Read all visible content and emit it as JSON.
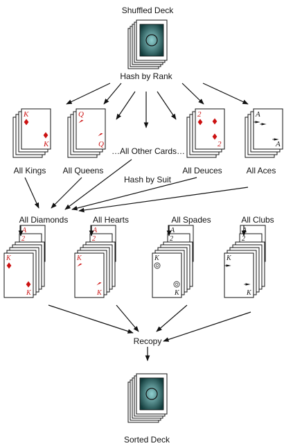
{
  "top": {
    "title": "Shuffled Deck",
    "step": "Hash by Rank"
  },
  "rank_groups": [
    {
      "label": "All Kings"
    },
    {
      "label": "All Queens"
    },
    {
      "label": "…All Other Cards…"
    },
    {
      "label": "All Deuces"
    },
    {
      "label": "All Aces"
    }
  ],
  "suit_step": "Hash by Suit",
  "suit_groups": [
    {
      "label": "All Diamonds",
      "suit": "diamond"
    },
    {
      "label": "All Hearts",
      "suit": "heart"
    },
    {
      "label": "All Spades",
      "suit": "spade"
    },
    {
      "label": "All Clubs",
      "suit": "club"
    }
  ],
  "recopy": "Recopy",
  "bottom": {
    "title": "Sorted Deck"
  },
  "card_ranks": {
    "ace": "A",
    "deuce": "2",
    "queen": "Q",
    "king": "K"
  },
  "colors": {
    "red": "#cc1111",
    "ink": "#111111",
    "deck_back_center": "#8fcfcf",
    "deck_back_edge": "#123c3c"
  }
}
